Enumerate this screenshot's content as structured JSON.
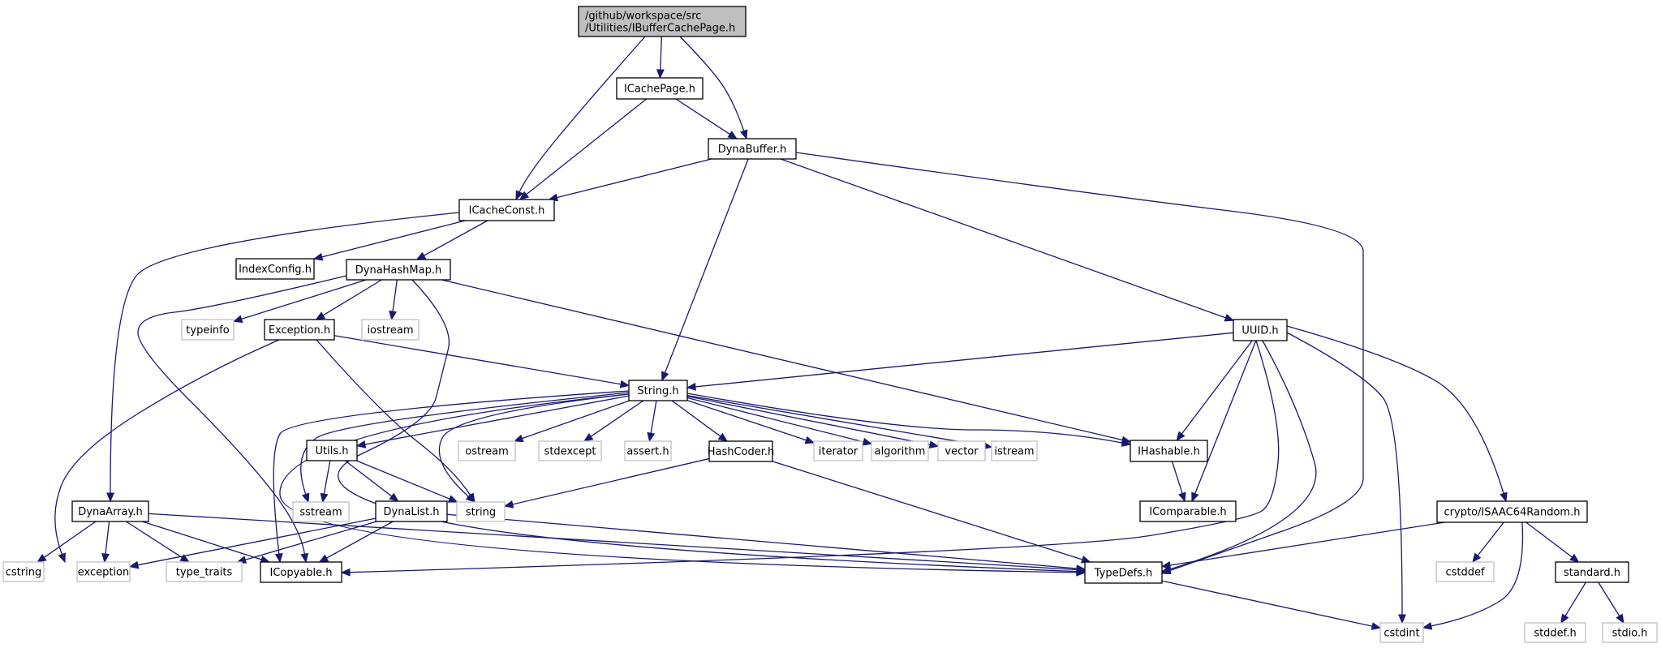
{
  "diagram": {
    "title": "Include dependency graph for IBufferCachePage.h",
    "edge_color": "#191970",
    "root_fill": "#bfbfbf",
    "external_border": "#bfbfbf",
    "nodes": [
      {
        "id": "root",
        "label": [
          "/github/workspace/src",
          "/Utilities/IBufferCachePage.h"
        ],
        "kind": "root"
      },
      {
        "id": "ICachePage",
        "label": [
          "ICachePage.h"
        ],
        "kind": "local"
      },
      {
        "id": "DynaBuffer",
        "label": [
          "DynaBuffer.h"
        ],
        "kind": "local"
      },
      {
        "id": "ICacheConst",
        "label": [
          "ICacheConst.h"
        ],
        "kind": "local"
      },
      {
        "id": "IndexConfig",
        "label": [
          "IndexConfig.h"
        ],
        "kind": "local"
      },
      {
        "id": "DynaHashMap",
        "label": [
          "DynaHashMap.h"
        ],
        "kind": "local"
      },
      {
        "id": "typeinfo",
        "label": [
          "typeinfo"
        ],
        "kind": "external"
      },
      {
        "id": "Exception",
        "label": [
          "Exception.h"
        ],
        "kind": "local"
      },
      {
        "id": "iostream",
        "label": [
          "iostream"
        ],
        "kind": "external"
      },
      {
        "id": "UUID",
        "label": [
          "UUID.h"
        ],
        "kind": "local"
      },
      {
        "id": "String",
        "label": [
          "String.h"
        ],
        "kind": "local"
      },
      {
        "id": "Utils",
        "label": [
          "Utils.h"
        ],
        "kind": "local"
      },
      {
        "id": "ostream",
        "label": [
          "ostream"
        ],
        "kind": "external"
      },
      {
        "id": "stdexcept",
        "label": [
          "stdexcept"
        ],
        "kind": "external"
      },
      {
        "id": "assert",
        "label": [
          "assert.h"
        ],
        "kind": "external"
      },
      {
        "id": "HashCoder",
        "label": [
          "HashCoder.h"
        ],
        "kind": "local"
      },
      {
        "id": "iterator",
        "label": [
          "iterator"
        ],
        "kind": "external"
      },
      {
        "id": "algorithm",
        "label": [
          "algorithm"
        ],
        "kind": "external"
      },
      {
        "id": "vector",
        "label": [
          "vector"
        ],
        "kind": "external"
      },
      {
        "id": "istream",
        "label": [
          "istream"
        ],
        "kind": "external"
      },
      {
        "id": "IHashable",
        "label": [
          "IHashable.h"
        ],
        "kind": "local"
      },
      {
        "id": "DynaArray",
        "label": [
          "DynaArray.h"
        ],
        "kind": "local"
      },
      {
        "id": "sstream",
        "label": [
          "sstream"
        ],
        "kind": "external"
      },
      {
        "id": "DynaList",
        "label": [
          "DynaList.h"
        ],
        "kind": "local"
      },
      {
        "id": "string",
        "label": [
          "string"
        ],
        "kind": "external"
      },
      {
        "id": "IComparable",
        "label": [
          "IComparable.h"
        ],
        "kind": "local"
      },
      {
        "id": "ISAAC64",
        "label": [
          "crypto/ISAAC64Random.h"
        ],
        "kind": "local"
      },
      {
        "id": "cstring",
        "label": [
          "cstring"
        ],
        "kind": "external"
      },
      {
        "id": "exception",
        "label": [
          "exception"
        ],
        "kind": "external"
      },
      {
        "id": "type_traits",
        "label": [
          "type_traits"
        ],
        "kind": "external"
      },
      {
        "id": "ICopyable",
        "label": [
          "ICopyable.h"
        ],
        "kind": "local"
      },
      {
        "id": "TypeDefs",
        "label": [
          "TypeDefs.h"
        ],
        "kind": "local"
      },
      {
        "id": "cstddef",
        "label": [
          "cstddef"
        ],
        "kind": "external"
      },
      {
        "id": "standard",
        "label": [
          "standard.h"
        ],
        "kind": "local"
      },
      {
        "id": "cstdint",
        "label": [
          "cstdint"
        ],
        "kind": "external"
      },
      {
        "id": "stddef",
        "label": [
          "stddef.h"
        ],
        "kind": "external"
      },
      {
        "id": "stdio",
        "label": [
          "stdio.h"
        ],
        "kind": "external"
      }
    ],
    "edges": [
      [
        "root",
        "ICachePage"
      ],
      [
        "root",
        "DynaBuffer"
      ],
      [
        "root",
        "ICacheConst"
      ],
      [
        "ICachePage",
        "DynaBuffer"
      ],
      [
        "ICachePage",
        "ICacheConst"
      ],
      [
        "DynaBuffer",
        "ICacheConst"
      ],
      [
        "DynaBuffer",
        "String"
      ],
      [
        "DynaBuffer",
        "UUID"
      ],
      [
        "DynaBuffer",
        "TypeDefs"
      ],
      [
        "ICacheConst",
        "IndexConfig"
      ],
      [
        "ICacheConst",
        "DynaHashMap"
      ],
      [
        "ICacheConst",
        "DynaArray"
      ],
      [
        "DynaHashMap",
        "typeinfo"
      ],
      [
        "DynaHashMap",
        "Exception"
      ],
      [
        "DynaHashMap",
        "iostream"
      ],
      [
        "DynaHashMap",
        "IHashable"
      ],
      [
        "DynaHashMap",
        "ICopyable"
      ],
      [
        "DynaHashMap",
        "TypeDefs"
      ],
      [
        "Exception",
        "String"
      ],
      [
        "Exception",
        "string"
      ],
      [
        "Exception",
        "exception"
      ],
      [
        "UUID",
        "String"
      ],
      [
        "UUID",
        "IHashable"
      ],
      [
        "UUID",
        "IComparable"
      ],
      [
        "UUID",
        "ICopyable"
      ],
      [
        "UUID",
        "TypeDefs"
      ],
      [
        "UUID",
        "cstdint"
      ],
      [
        "UUID",
        "ISAAC64"
      ],
      [
        "String",
        "Utils"
      ],
      [
        "String",
        "ostream"
      ],
      [
        "String",
        "stdexcept"
      ],
      [
        "String",
        "assert"
      ],
      [
        "String",
        "HashCoder"
      ],
      [
        "String",
        "iterator"
      ],
      [
        "String",
        "algorithm"
      ],
      [
        "String",
        "vector"
      ],
      [
        "String",
        "istream"
      ],
      [
        "String",
        "IHashable"
      ],
      [
        "String",
        "sstream"
      ],
      [
        "String",
        "string"
      ],
      [
        "String",
        "ICopyable"
      ],
      [
        "String",
        "TypeDefs"
      ],
      [
        "Utils",
        "sstream"
      ],
      [
        "Utils",
        "DynaList"
      ],
      [
        "Utils",
        "string"
      ],
      [
        "HashCoder",
        "string"
      ],
      [
        "HashCoder",
        "TypeDefs"
      ],
      [
        "IHashable",
        "IComparable"
      ],
      [
        "DynaArray",
        "cstring"
      ],
      [
        "DynaArray",
        "exception"
      ],
      [
        "DynaArray",
        "type_traits"
      ],
      [
        "DynaArray",
        "ICopyable"
      ],
      [
        "DynaArray",
        "TypeDefs"
      ],
      [
        "DynaList",
        "exception"
      ],
      [
        "DynaList",
        "type_traits"
      ],
      [
        "DynaList",
        "ICopyable"
      ],
      [
        "DynaList",
        "TypeDefs"
      ],
      [
        "ISAAC64",
        "TypeDefs"
      ],
      [
        "ISAAC64",
        "cstddef"
      ],
      [
        "ISAAC64",
        "standard"
      ],
      [
        "ISAAC64",
        "cstdint"
      ],
      [
        "TypeDefs",
        "cstdint"
      ],
      [
        "standard",
        "stddef"
      ],
      [
        "standard",
        "stdio"
      ]
    ]
  }
}
